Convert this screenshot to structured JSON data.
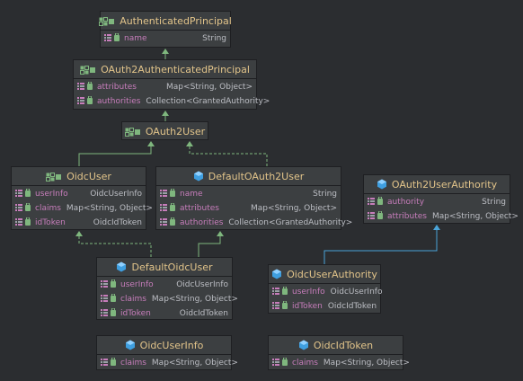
{
  "colors": {
    "background": "#2b2d30",
    "node_fill": "#3c3f41",
    "title": "#e2c48a",
    "field": "#c77dbb",
    "type": "#bcbec4",
    "extends_edge": "#7fb77e",
    "implements_edge": "#4aa4d8",
    "interface_icon": "#7fb77e",
    "class_icon": "#3f9fe0"
  },
  "icons": {
    "interface": "interface-icon",
    "class": "class-icon",
    "field": "field-icon"
  },
  "nodes": {
    "authenticated_principal": {
      "title": "AuthenticatedPrincipal",
      "kind": "interface",
      "fields": [
        {
          "name": "name",
          "type": "String"
        }
      ]
    },
    "oauth2_authenticated_principal": {
      "title": "OAuth2AuthenticatedPrincipal",
      "kind": "interface",
      "fields": [
        {
          "name": "attributes",
          "type": "Map<String, Object>"
        },
        {
          "name": "authorities",
          "type": "Collection<GrantedAuthority>"
        }
      ]
    },
    "oauth2_user": {
      "title": "OAuth2User",
      "kind": "interface",
      "fields": []
    },
    "oidc_user": {
      "title": "OidcUser",
      "kind": "interface",
      "fields": [
        {
          "name": "userInfo",
          "type": "OidcUserInfo"
        },
        {
          "name": "claims",
          "type": "Map<String, Object>"
        },
        {
          "name": "idToken",
          "type": "OidcIdToken"
        }
      ]
    },
    "default_oauth2_user": {
      "title": "DefaultOAuth2User",
      "kind": "class",
      "fields": [
        {
          "name": "name",
          "type": "String"
        },
        {
          "name": "attributes",
          "type": "Map<String, Object>"
        },
        {
          "name": "authorities",
          "type": "Collection<GrantedAuthority>"
        }
      ]
    },
    "oauth2_user_authority": {
      "title": "OAuth2UserAuthority",
      "kind": "class",
      "fields": [
        {
          "name": "authority",
          "type": "String"
        },
        {
          "name": "attributes",
          "type": "Map<String, Object>"
        }
      ]
    },
    "default_oidc_user": {
      "title": "DefaultOidcUser",
      "kind": "class",
      "fields": [
        {
          "name": "userInfo",
          "type": "OidcUserInfo"
        },
        {
          "name": "claims",
          "type": "Map<String, Object>"
        },
        {
          "name": "idToken",
          "type": "OidcIdToken"
        }
      ]
    },
    "oidc_user_authority": {
      "title": "OidcUserAuthority",
      "kind": "class",
      "fields": [
        {
          "name": "userInfo",
          "type": "OidcUserInfo"
        },
        {
          "name": "idToken",
          "type": "OidcIdToken"
        }
      ]
    },
    "oidc_user_info": {
      "title": "OidcUserInfo",
      "kind": "class",
      "fields": [
        {
          "name": "claims",
          "type": "Map<String, Object>"
        }
      ]
    },
    "oidc_id_token": {
      "title": "OidcIdToken",
      "kind": "class",
      "fields": [
        {
          "name": "claims",
          "type": "Map<String, Object>"
        }
      ]
    }
  },
  "edges": [
    {
      "from": "oauth2_authenticated_principal",
      "to": "authenticated_principal",
      "relation": "extends"
    },
    {
      "from": "oauth2_user",
      "to": "oauth2_authenticated_principal",
      "relation": "extends"
    },
    {
      "from": "oidc_user",
      "to": "oauth2_user",
      "relation": "extends"
    },
    {
      "from": "default_oauth2_user",
      "to": "oauth2_user",
      "relation": "implements"
    },
    {
      "from": "default_oidc_user",
      "to": "oidc_user",
      "relation": "implements"
    },
    {
      "from": "default_oidc_user",
      "to": "default_oauth2_user",
      "relation": "extends"
    },
    {
      "from": "oidc_user_authority",
      "to": "oauth2_user_authority",
      "relation": "extends"
    }
  ]
}
